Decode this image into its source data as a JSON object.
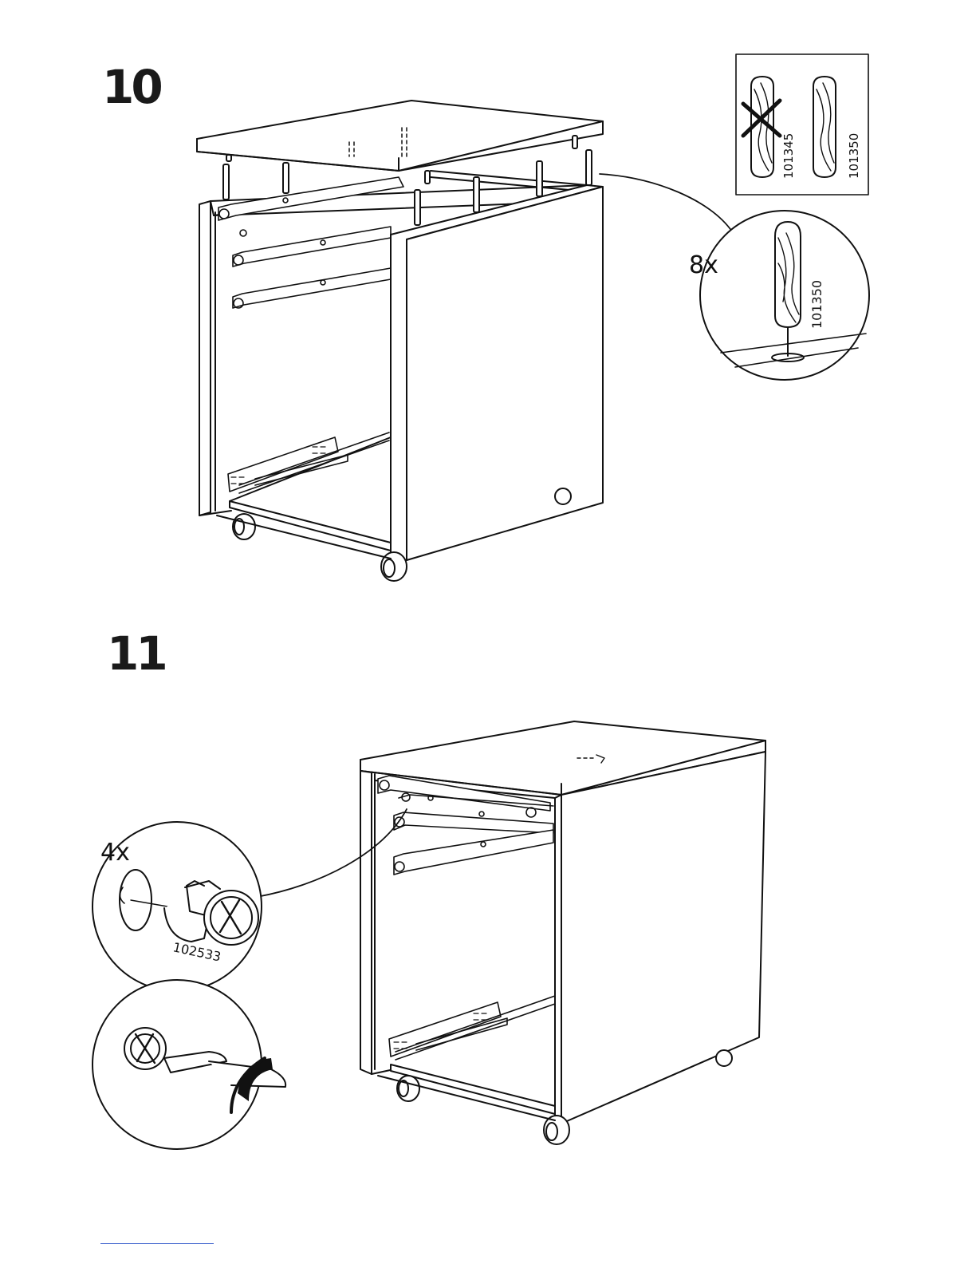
{
  "steps": [
    {
      "number": "10"
    },
    {
      "number": "11"
    }
  ],
  "step10": {
    "quantity": "8x",
    "part_wrong": "101345",
    "part_correct": "101350",
    "part_callout": "101350"
  },
  "step11": {
    "quantity": "4x",
    "part_cam": "102533"
  }
}
